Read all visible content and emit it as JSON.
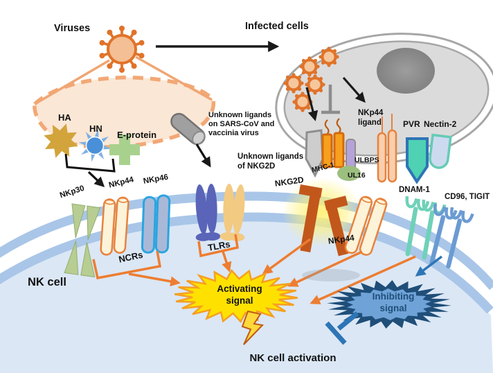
{
  "diagram_title": "NK cell activation",
  "labels": {
    "viruses": "Viruses",
    "infected_cells": "Infected cells",
    "ha": "HA",
    "hn": "HN",
    "e_protein": "E-protein",
    "unknown_sars": "Unknown ligands\non SARS-CoV and\nvaccinia virus",
    "unknown_nkg2d": "Unknown ligands\nof NKG2D",
    "nkp30": "NKp30",
    "nkp44_ncr": "NKp44",
    "nkp46": "NKp46",
    "ncrs": "NCRs",
    "tlrs": "TLRs",
    "nkg2d": "NKG2D",
    "nkp44_mid": "NKp44",
    "mhc1": "MHC-1",
    "ulbps": "ULBPS",
    "ul16": "UL16",
    "nkp44_ligand": "NKp44\nligand",
    "pvr": "PVR",
    "nectin2": "Nectin-2",
    "dnam1": "DNAM-1",
    "cd96_tigit": "CD96, TIGIT",
    "nk_cell": "NK cell",
    "activating_signal": "Activating\nsignal",
    "inhibiting_signal": "Inhibiting\nsignal",
    "nk_cell_activation": "NK cell activation"
  },
  "icons": [
    "virus-icon",
    "virus-particle-icon",
    "infected-cell-shape",
    "nucleus-shape",
    "magnified-virus-membrane",
    "ha-star-icon",
    "hn-sun-icon",
    "e-protein-cross-icon",
    "unknown-ligand-capsule-icon",
    "unknown-ligand-pentagon-icon",
    "nk-cell-membrane",
    "activating-starburst-icon",
    "inhibiting-starburst-icon",
    "lightning-bolt-icon",
    "inhibition-bar-icon"
  ],
  "colors": {
    "orange_accent": "#ed7d31",
    "membrane_blue": "#a9c6e8",
    "nk_cell_fill": "#dbe7f5",
    "activating_yellow": "#ffe100",
    "activating_outline": "#f59f22",
    "inhibiting_navy": "#1f4e79",
    "inhibiting_inner_blue": "#6fa3d8",
    "arrow_blue": "#2e75b6",
    "virus_orange": "#e0732a",
    "nkg2d_rust": "#c2571b",
    "pvr_teal": "#4fd1b3",
    "dnam1_teal": "#6fd1b8",
    "cd96_blue": "#6b9bd2",
    "infected_cell_gray": "#dbdbdb",
    "nucleus_gray": "#8c8c8c",
    "mhc1_orange": "#f6a01e",
    "ulbps_purple": "#b6a2da",
    "ul16_green": "#9cbf80",
    "nkp30_green": "#b7cd92",
    "nkp44_cream": "#fdf3d9",
    "nkp46_outline": "#2aa5e0",
    "tlr_indigo": "#5a64b8",
    "tlr_tan": "#f3ca82",
    "ha_gold": "#d2a43b",
    "hn_blue": "#4a90d9",
    "e_protein_green": "#a9d18e"
  }
}
